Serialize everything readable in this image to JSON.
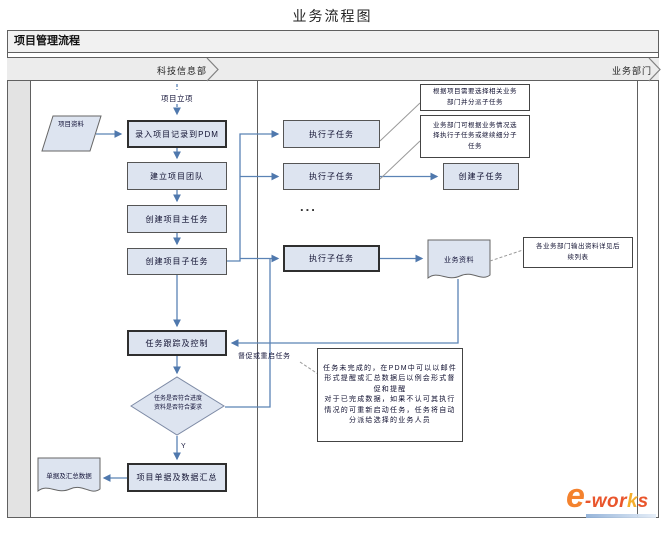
{
  "page_title": "业务流程图",
  "band_title": "项目管理流程",
  "lanes": {
    "lane1": "科技信息部",
    "lane2": "业务部门"
  },
  "flow": {
    "start_label": "项目立项",
    "input_doc": "项目资料",
    "box_enter_pdm": "录入项目记录到PDM",
    "box_team": "建立项目团队",
    "box_main_task": "创建项目主任务",
    "box_sub_task": "创建项目子任务",
    "box_tracking": "任务跟踪及控制",
    "decision_line1": "任务是否符合进度",
    "decision_line2": "资料是否符合要求",
    "decision_yes": "Y",
    "box_summary": "项目单据及数据汇总",
    "output_doc": "单据及汇总数据",
    "feedback_label": "督促或重启任务"
  },
  "middle": {
    "exec_tasks": [
      {
        "label": "执行子任务"
      },
      {
        "label": "执行子任务"
      },
      {
        "label": "执行子任务"
      }
    ],
    "ellipsis": "...",
    "create_subtask": "创建子任务",
    "business_doc": "业务资料"
  },
  "annotations": {
    "note1": "根据项目需要选择相关业务部门并分派子任务",
    "note2": "业务部门可根据业务情况选择执行子任务或继续细分子任务",
    "note3": "各业务部门输出资料详见后续列表",
    "note4_line1": "任务未完成的，在PDM中可以以邮件形式提醒或汇总数据后以例会形式督促和提醒",
    "note4_line2": "对于已完成数据，如果不认可其执行情况的可重新启动任务，任务将自动分派给选择的业务人员"
  },
  "logo": {
    "e": "e",
    "mid": "-wor",
    "k": "k",
    "s": "s"
  },
  "colors": {
    "node_fill": "#dde4f0",
    "node_border": "#555555",
    "connector_blue": "#5b83b5",
    "lane_bg": "#ececec",
    "logo_orange": "#f4791f",
    "logo_red": "#e8491d",
    "logo_yellow": "#f5a81c"
  }
}
